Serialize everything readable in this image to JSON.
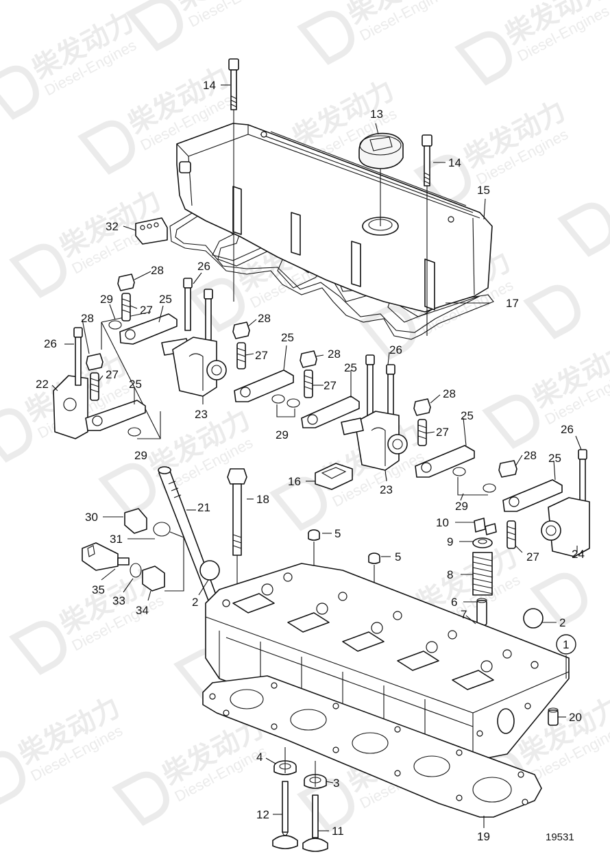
{
  "diagram": {
    "reference_number": "19531",
    "watermark": {
      "cn": "柴发动力",
      "en": "Diesel-Engines"
    },
    "callouts": [
      {
        "id": "c14a",
        "label": "14"
      },
      {
        "id": "c13",
        "label": "13"
      },
      {
        "id": "c14b",
        "label": "14"
      },
      {
        "id": "c15",
        "label": "15"
      },
      {
        "id": "c32",
        "label": "32"
      },
      {
        "id": "c17",
        "label": "17"
      },
      {
        "id": "c28a",
        "label": "28"
      },
      {
        "id": "c26a",
        "label": "26"
      },
      {
        "id": "c29a",
        "label": "29"
      },
      {
        "id": "c27a",
        "label": "27"
      },
      {
        "id": "c25a",
        "label": "25"
      },
      {
        "id": "c28b",
        "label": "28"
      },
      {
        "id": "c26b",
        "label": "26"
      },
      {
        "id": "c22",
        "label": "22"
      },
      {
        "id": "c27b",
        "label": "27"
      },
      {
        "id": "c25b",
        "label": "25"
      },
      {
        "id": "c29b",
        "label": "29"
      },
      {
        "id": "c28c",
        "label": "28"
      },
      {
        "id": "c27c",
        "label": "27"
      },
      {
        "id": "c23a",
        "label": "23"
      },
      {
        "id": "c25c",
        "label": "25"
      },
      {
        "id": "c29c",
        "label": "29"
      },
      {
        "id": "c28d",
        "label": "28"
      },
      {
        "id": "c26c",
        "label": "26"
      },
      {
        "id": "c27d",
        "label": "27"
      },
      {
        "id": "c25d",
        "label": "25"
      },
      {
        "id": "c28e",
        "label": "28"
      },
      {
        "id": "c27e",
        "label": "27"
      },
      {
        "id": "c25e",
        "label": "25"
      },
      {
        "id": "c23b",
        "label": "23"
      },
      {
        "id": "c16",
        "label": "16"
      },
      {
        "id": "c26d",
        "label": "26"
      },
      {
        "id": "c25f",
        "label": "25"
      },
      {
        "id": "c28f",
        "label": "28"
      },
      {
        "id": "c29d",
        "label": "29"
      },
      {
        "id": "c27f",
        "label": "27"
      },
      {
        "id": "c24",
        "label": "24"
      },
      {
        "id": "c21",
        "label": "21"
      },
      {
        "id": "c18",
        "label": "18"
      },
      {
        "id": "c30",
        "label": "30"
      },
      {
        "id": "c31",
        "label": "31"
      },
      {
        "id": "c10",
        "label": "10"
      },
      {
        "id": "c9",
        "label": "9"
      },
      {
        "id": "c5a",
        "label": "5"
      },
      {
        "id": "c5b",
        "label": "5"
      },
      {
        "id": "c8",
        "label": "8"
      },
      {
        "id": "c35",
        "label": "35"
      },
      {
        "id": "c33",
        "label": "33"
      },
      {
        "id": "c34",
        "label": "34"
      },
      {
        "id": "c2a",
        "label": "2"
      },
      {
        "id": "c6",
        "label": "6"
      },
      {
        "id": "c7",
        "label": "7"
      },
      {
        "id": "c2b",
        "label": "2"
      },
      {
        "id": "c1",
        "label": "1"
      },
      {
        "id": "c20",
        "label": "20"
      },
      {
        "id": "c4",
        "label": "4"
      },
      {
        "id": "c3",
        "label": "3"
      },
      {
        "id": "c12",
        "label": "12"
      },
      {
        "id": "c11",
        "label": "11"
      },
      {
        "id": "c19",
        "label": "19"
      }
    ]
  }
}
